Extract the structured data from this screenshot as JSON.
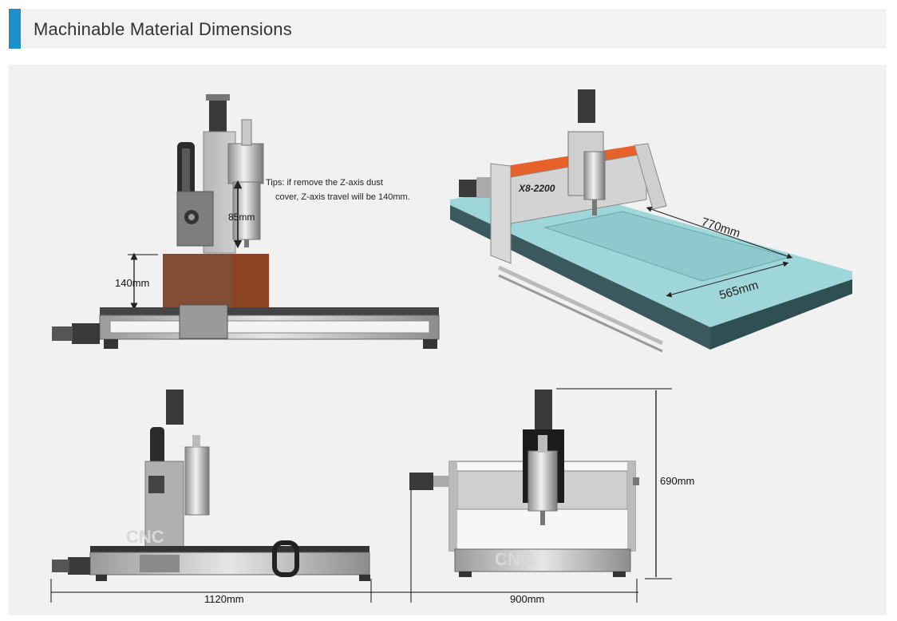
{
  "header": {
    "title": "Machinable Material Dimensions"
  },
  "side_view": {
    "tip_line1": "Tips: if remove the Z-axis dust",
    "tip_line2": "cover,  Z-axis travel will be 140mm.",
    "z_travel": "85mm",
    "material_height": "140mm"
  },
  "iso_view": {
    "model_label": "X8-2200",
    "length": "770mm",
    "width": "565mm"
  },
  "bottom": {
    "depth": "1120mm",
    "width": "900mm",
    "height": "690mm",
    "watermark": "CNC"
  },
  "colors": {
    "accent": "#1a8fc9",
    "material": "#8b4321",
    "bed": "#9fd6da",
    "motor_orange": "#e8602a"
  }
}
